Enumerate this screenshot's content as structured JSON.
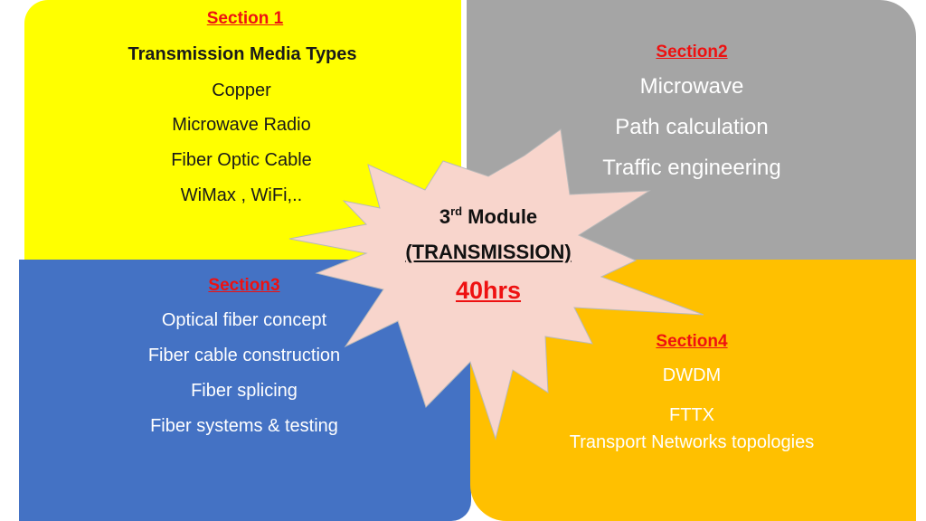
{
  "section1": {
    "heading": "Section 1",
    "title": "Transmission Media Types",
    "items": [
      "Copper",
      "Microwave Radio",
      "Fiber Optic Cable",
      "WiMax , WiFi,.."
    ]
  },
  "section2": {
    "heading": "Section2",
    "items": [
      "Microwave",
      "Path calculation",
      "Traffic engineering"
    ]
  },
  "section3": {
    "heading": "Section3",
    "items": [
      "Optical fiber concept",
      "Fiber cable construction",
      "Fiber splicing",
      "Fiber systems & testing"
    ]
  },
  "section4": {
    "heading": "Section4",
    "items": [
      "DWDM",
      "FTTX",
      "Transport Networks topologies"
    ]
  },
  "center": {
    "module_number": "3",
    "module_sup": "rd",
    "module_label": " Module",
    "title": "(TRANSMISSION)",
    "hours": "40hrs"
  },
  "colors": {
    "section1_bg": "#ffff00",
    "section2_bg": "#a5a5a5",
    "section3_bg": "#4472c4",
    "section4_bg": "#ffc000",
    "star_fill": "#f8d5cc",
    "accent_red": "#ee1111"
  }
}
